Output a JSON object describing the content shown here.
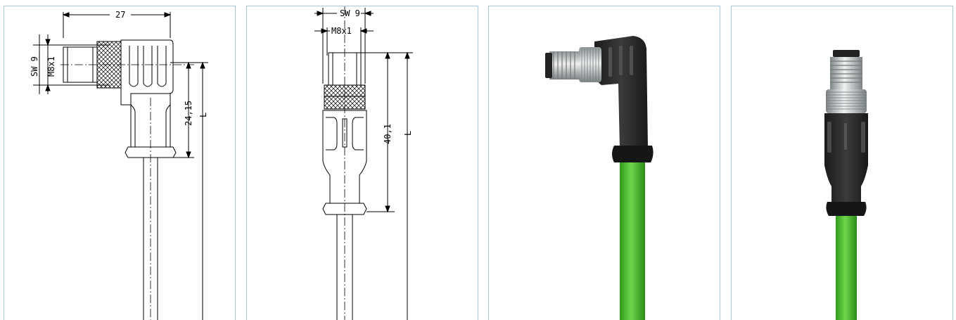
{
  "colors": {
    "panel_border": "#a7c8dd",
    "cable_green": "#4fbf2c",
    "housing_black": "#2a2a2a",
    "metal": "#bfc4c6"
  },
  "drawing_angled": {
    "dim_width": "27",
    "dim_wrench": "SW 9",
    "dim_thread": "M8x1",
    "dim_height": "24,15",
    "dim_length": "L"
  },
  "drawing_straight": {
    "dim_wrench": "SW 9",
    "dim_thread": "M8x1",
    "dim_height": "40,1",
    "dim_length": "L"
  },
  "photos": [
    {
      "icon": "angled-m8-connector-photo"
    },
    {
      "icon": "straight-m8-connector-photo"
    }
  ]
}
